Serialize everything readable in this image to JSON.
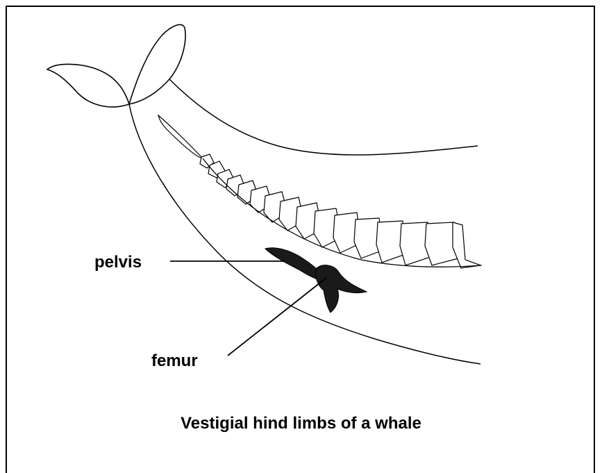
{
  "labels": {
    "pelvis": "pelvis",
    "femur": "femur"
  },
  "caption": "Vestigial hind limbs of a whale",
  "colors": {
    "ink": "#000000",
    "background": "#ffffff",
    "bone_fill": "#ffffff",
    "vestigial_bone": "#1a1a1a"
  }
}
